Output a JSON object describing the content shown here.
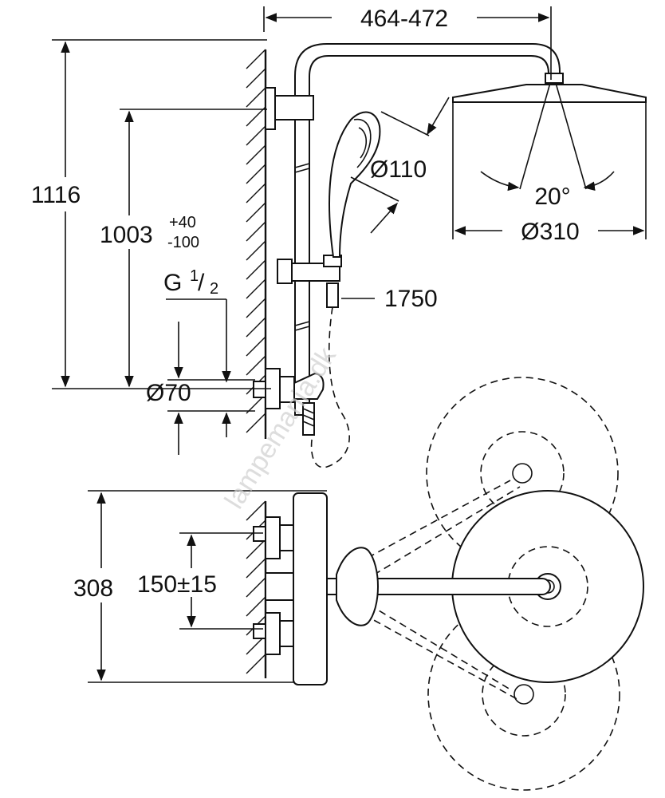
{
  "dimensions": {
    "arm_length": "464-472",
    "total_height": "1116",
    "rail_height_main": "1003",
    "rail_height_sup": "+40",
    "rail_height_sub": "-100",
    "thread_main": "G",
    "thread_num": "1",
    "thread_den": "2",
    "valve_diameter": "Ø70",
    "handshower_diameter": "Ø110",
    "hose_length": "1750",
    "spray_angle": "20°",
    "head_diameter": "Ø310",
    "top_depth": "308",
    "inlet_spacing": "150±15"
  },
  "watermark": "lampemania.dk"
}
